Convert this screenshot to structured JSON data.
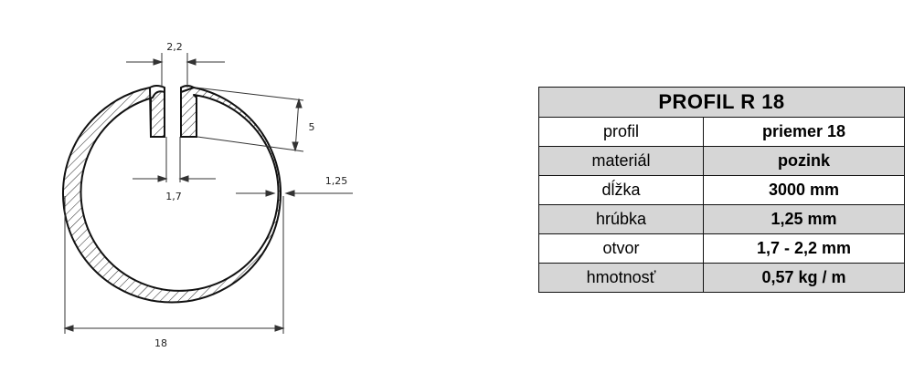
{
  "drawing": {
    "dim_gap_outer": "2,2",
    "dim_gap_inner": "1,7",
    "dim_depth": "5",
    "dim_wall": "1,25",
    "dim_diameter": "18"
  },
  "spec_table": {
    "title": "PROFIL  R 18",
    "rows": [
      {
        "label": "profil",
        "value": "priemer 18"
      },
      {
        "label": "materiál",
        "value": "pozink"
      },
      {
        "label": "dĺžka",
        "value": "3000 mm"
      },
      {
        "label": "hrúbka",
        "value": "1,25 mm"
      },
      {
        "label": "otvor",
        "value": "1,7 - 2,2 mm"
      },
      {
        "label": "hmotnosť",
        "value": "0,57 kg / m"
      }
    ]
  }
}
